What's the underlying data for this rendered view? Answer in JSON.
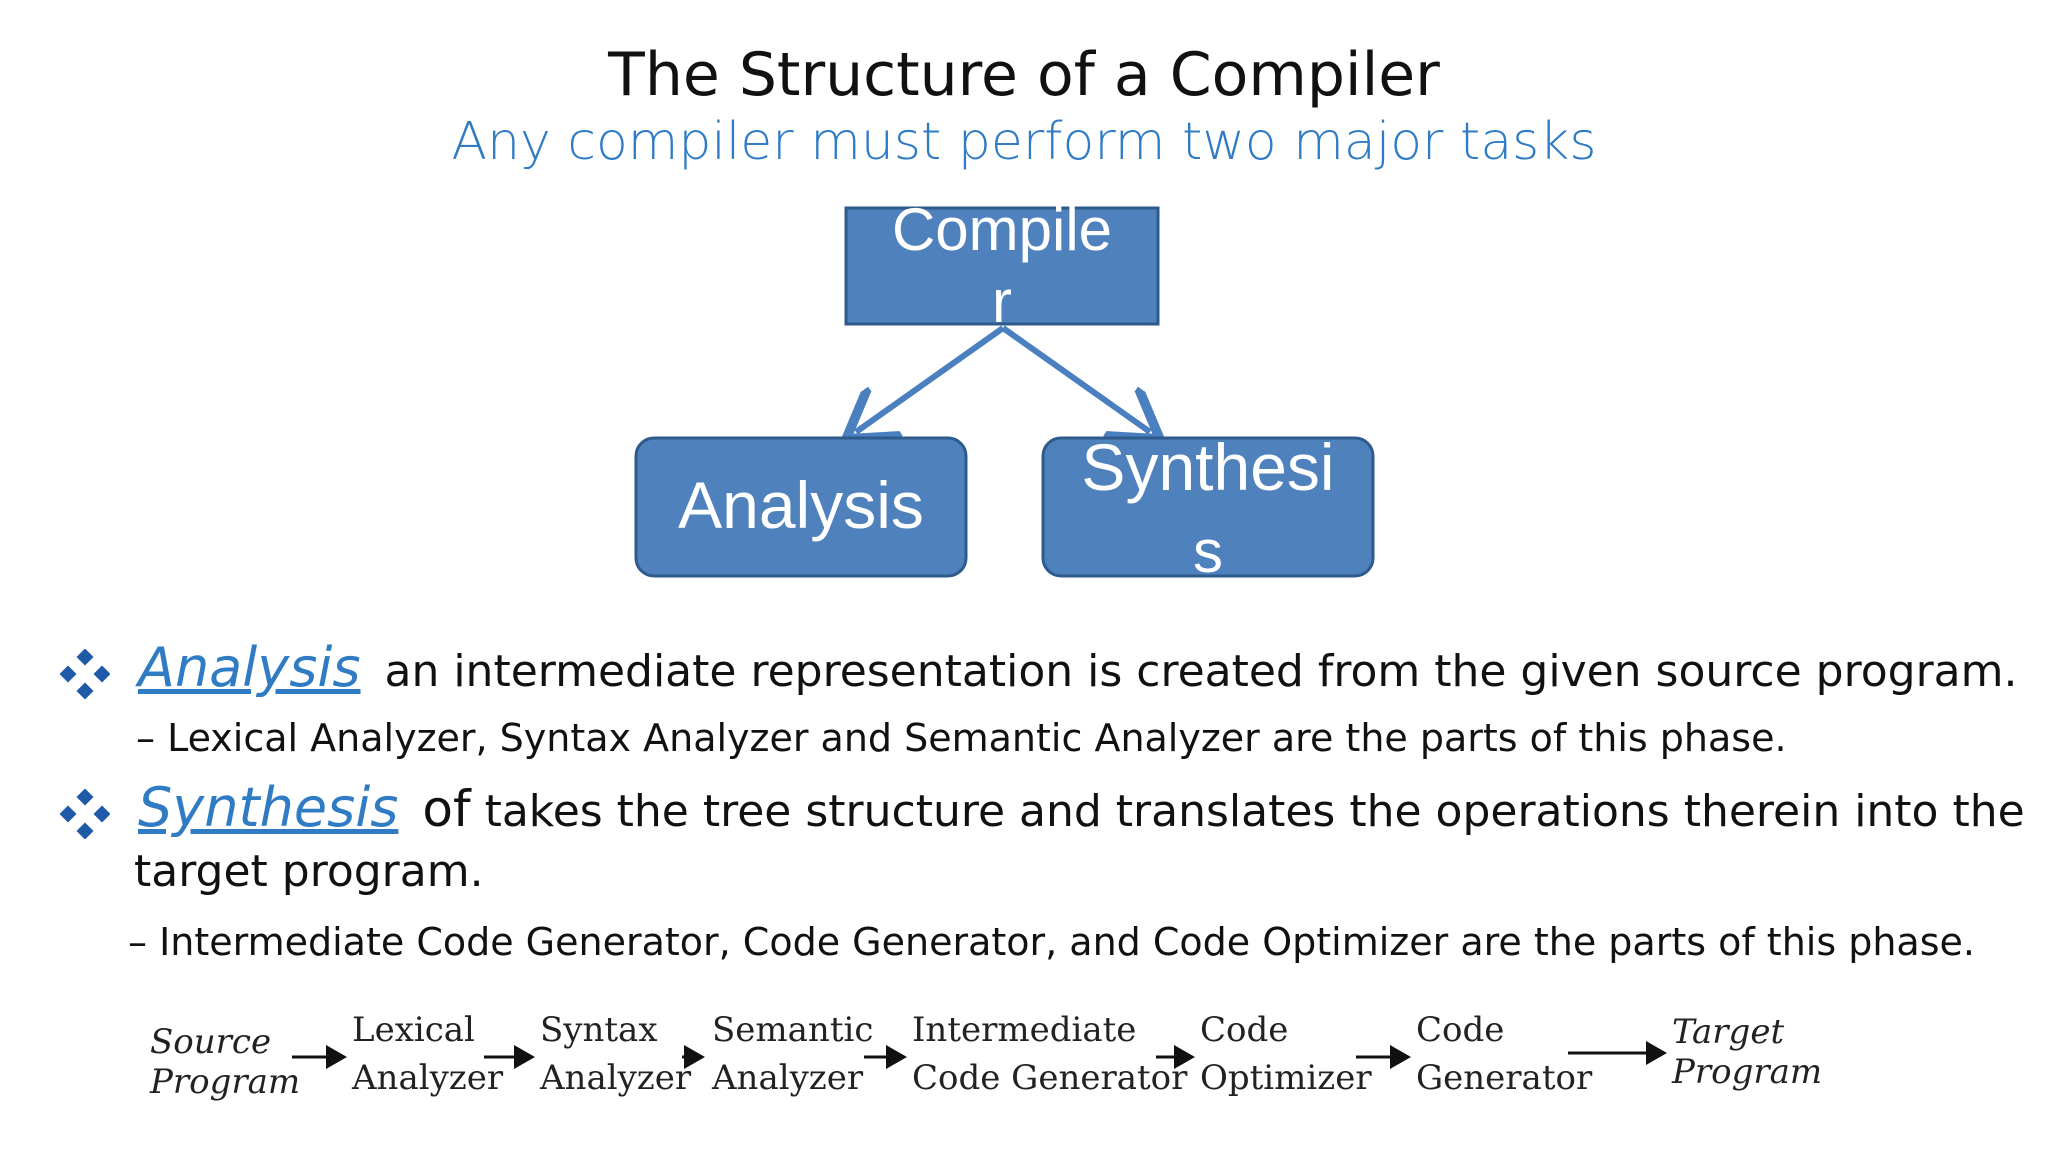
{
  "slide": {
    "title": "The Structure of a Compiler",
    "subtitle": "Any compiler must perform two major tasks"
  },
  "tree": {
    "root": {
      "line1": "Compile",
      "line2": "r"
    },
    "left": {
      "label": "Analysis"
    },
    "right": {
      "line1": "Synthesi",
      "line2": "s"
    },
    "colors": {
      "fill": "#4f81bd",
      "stroke": "#2e5a8c",
      "arrow": "#4a7fc0"
    }
  },
  "bullets": [
    {
      "term": "Analysis",
      "text": "an intermediate representation is created from the given source program.",
      "sub": "– Lexical Analyzer, Syntax Analyzer and Semantic Analyzer are the parts of this phase."
    },
    {
      "term": "Synthesis",
      "of": "of",
      "text": "takes the tree structure and translates the operations therein into the",
      "text2": "target program.",
      "sub": "– Intermediate Code Generator, Code Generator, and Code Optimizer are the parts of this phase."
    }
  ],
  "pipeline": {
    "source": [
      "Source",
      "Program"
    ],
    "stages": [
      [
        "Lexical",
        "Analyzer"
      ],
      [
        "Syntax",
        "Analyzer"
      ],
      [
        "Semantic",
        "Analyzer"
      ],
      [
        "Intermediate",
        "Code Generator"
      ],
      [
        "Code",
        "Optimizer"
      ],
      [
        "Code",
        "Generator"
      ]
    ],
    "target": [
      "Target",
      "Program"
    ]
  }
}
